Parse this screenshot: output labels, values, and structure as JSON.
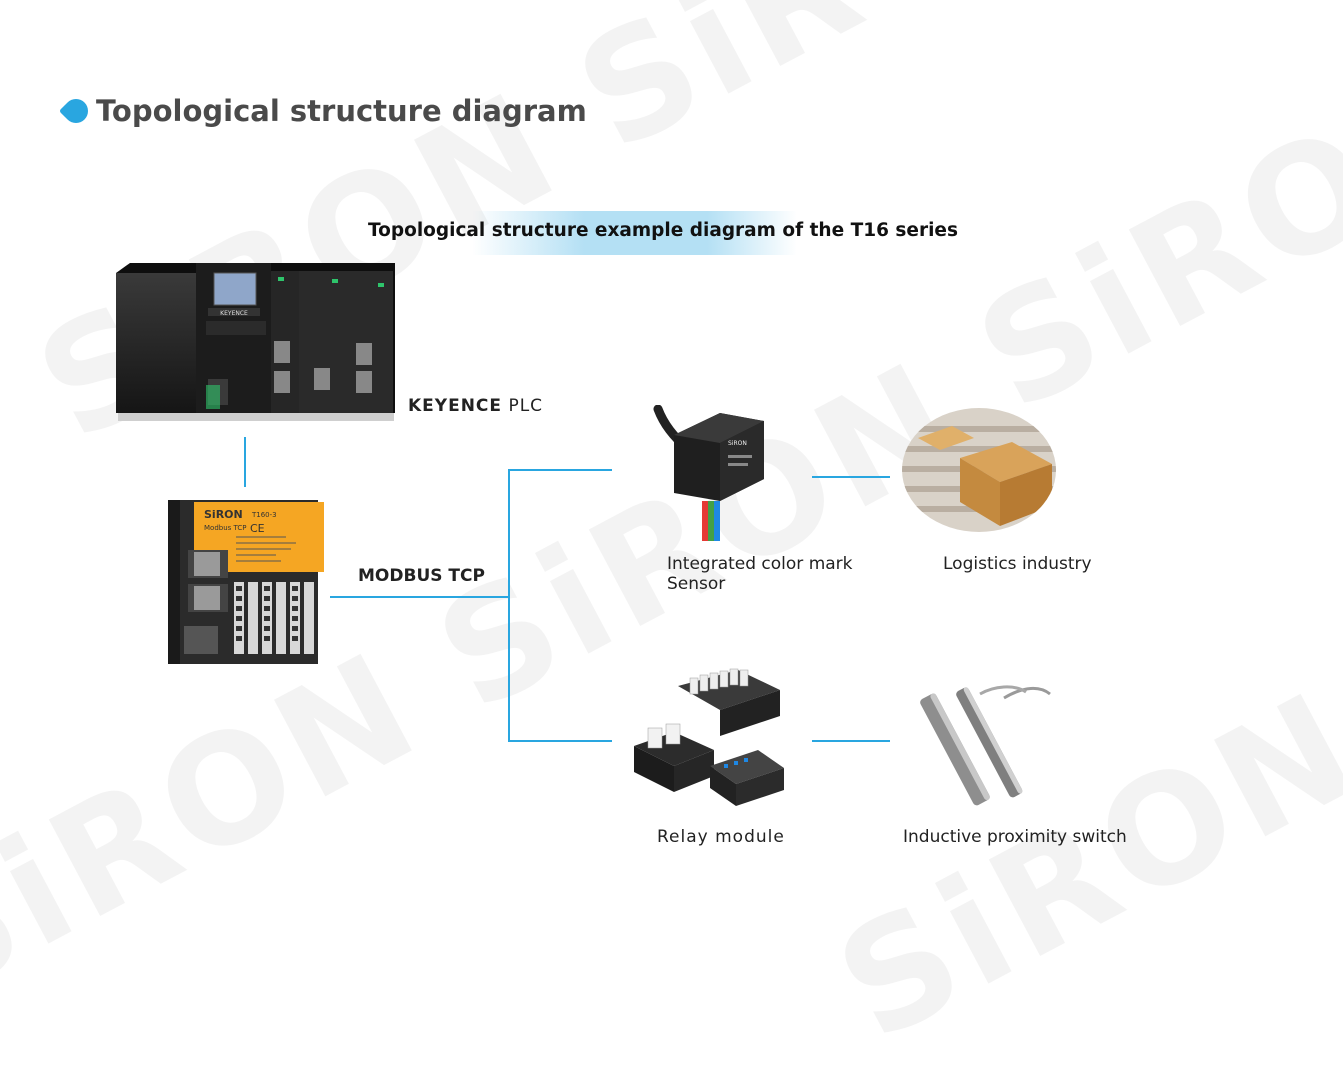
{
  "heading": {
    "title": "Topological structure diagram"
  },
  "banner": {
    "text": "Topological structure example diagram of the T16 series"
  },
  "plc": {
    "brand": "KEYENCE",
    "suffix": "PLC",
    "screen_logo": "KEYENCE"
  },
  "module": {
    "brand": "SiRON",
    "model": "T160-3",
    "protocol": "Modbus TCP",
    "mark": "CE"
  },
  "link": {
    "label": "MODBUS TCP"
  },
  "devices": {
    "sensor": {
      "line1": "Integrated color mark",
      "line2": "Sensor",
      "brand": "SiRON"
    },
    "logistics": {
      "label": "Logistics industry"
    },
    "relay": {
      "label": "Relay module"
    },
    "proximity": {
      "label": "Inductive proximity switch"
    }
  },
  "watermark": "SiRON",
  "colors": {
    "accent": "#29a6e0",
    "module_orange": "#f5a623"
  }
}
